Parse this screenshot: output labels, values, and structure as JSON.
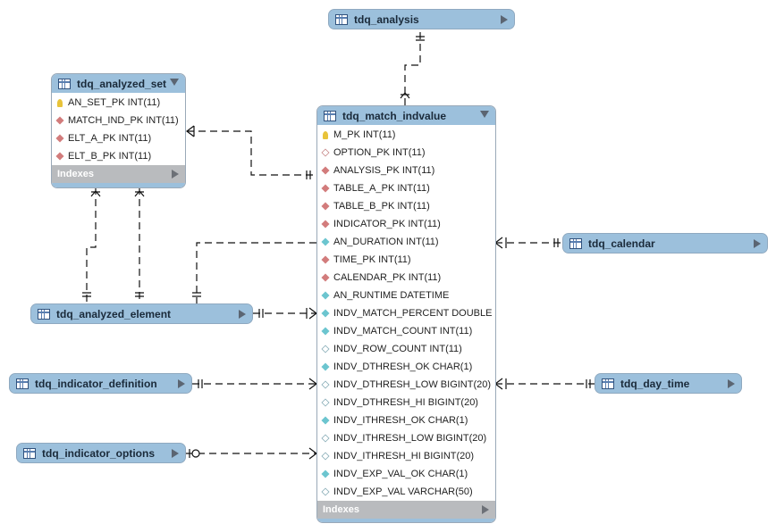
{
  "colors": {
    "header": "#9cc0dc",
    "indexes_bar": "#b9bbbe",
    "link": "#111111"
  },
  "tables": {
    "analysis": {
      "name": "tdq_analysis"
    },
    "analyzed_set": {
      "name": "tdq_analyzed_set",
      "columns": [
        {
          "label": "AN_SET_PK INT(11)",
          "key": "pk"
        },
        {
          "label": "MATCH_IND_PK INT(11)",
          "key": "fk"
        },
        {
          "label": "ELT_A_PK INT(11)",
          "key": "fk"
        },
        {
          "label": "ELT_B_PK INT(11)",
          "key": "fk"
        }
      ],
      "indexes": "Indexes"
    },
    "match_indvalue": {
      "name": "tdq_match_indvalue",
      "columns": [
        {
          "label": "M_PK INT(11)",
          "key": "pk"
        },
        {
          "label": "OPTION_PK INT(11)",
          "key": "nulfk"
        },
        {
          "label": "ANALYSIS_PK INT(11)",
          "key": "fk"
        },
        {
          "label": "TABLE_A_PK INT(11)",
          "key": "fk"
        },
        {
          "label": "TABLE_B_PK INT(11)",
          "key": "fk"
        },
        {
          "label": "INDICATOR_PK INT(11)",
          "key": "fk"
        },
        {
          "label": "AN_DURATION INT(11)",
          "key": "nn"
        },
        {
          "label": "TIME_PK INT(11)",
          "key": "fk"
        },
        {
          "label": "CALENDAR_PK INT(11)",
          "key": "fk"
        },
        {
          "label": "AN_RUNTIME DATETIME",
          "key": "nn"
        },
        {
          "label": "INDV_MATCH_PERCENT DOUBLE",
          "key": "nn"
        },
        {
          "label": "INDV_MATCH_COUNT INT(11)",
          "key": "nn"
        },
        {
          "label": "INDV_ROW_COUNT INT(11)",
          "key": "nul"
        },
        {
          "label": "INDV_DTHRESH_OK CHAR(1)",
          "key": "nn"
        },
        {
          "label": "INDV_DTHRESH_LOW BIGINT(20)",
          "key": "nul"
        },
        {
          "label": "INDV_DTHRESH_HI BIGINT(20)",
          "key": "nul"
        },
        {
          "label": "INDV_ITHRESH_OK CHAR(1)",
          "key": "nn"
        },
        {
          "label": "INDV_ITHRESH_LOW BIGINT(20)",
          "key": "nul"
        },
        {
          "label": "INDV_ITHRESH_HI BIGINT(20)",
          "key": "nul"
        },
        {
          "label": "INDV_EXP_VAL_OK CHAR(1)",
          "key": "nn"
        },
        {
          "label": "INDV_EXP_VAL VARCHAR(50)",
          "key": "nul"
        }
      ],
      "indexes": "Indexes"
    },
    "calendar": {
      "name": "tdq_calendar"
    },
    "analyzed_element": {
      "name": "tdq_analyzed_element"
    },
    "indicator_definition": {
      "name": "tdq_indicator_definition"
    },
    "day_time": {
      "name": "tdq_day_time"
    },
    "indicator_options": {
      "name": "tdq_indicator_options"
    }
  }
}
